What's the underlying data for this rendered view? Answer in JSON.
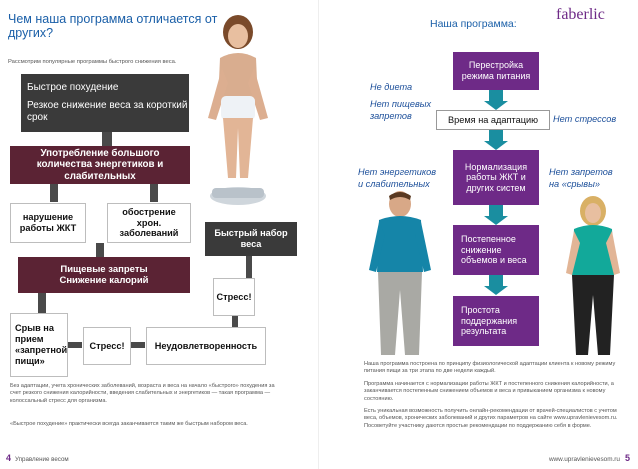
{
  "left": {
    "heading": "Чем наша программа отличается от других?",
    "subheading": "Рассмотрим популярные программы быстрого снижения веса.",
    "boxes": {
      "fast_loss_1": "Быстрое похудение",
      "fast_loss_2": "Резкое снижение веса за короткий срок",
      "energetics": "Употребление большого количества энергетиков и слабительных",
      "violation": "нарушение работы ЖКТ",
      "exacerbation": "обострение хрон. заболеваний",
      "fast_gain": "Быстрый набор веса",
      "food_bans": "Пищевые запреты Снижение калорий",
      "stress_right": "Стресс!",
      "breakdown": "Срыв на прием «запретной пищи»",
      "stress_mid": "Стресс!",
      "dissatisfaction": "Неудовлетворенность"
    },
    "para1": "Без адаптации, учета хронических заболеваний, возраста и веса на начало «быстрого» похудения за счет резкого снижения калорийности, введения слабительных и энергетиков — такая программа — колоссальный стресс для организма.",
    "para2": "«Быстрое похудение» практически всегда заканчивается таким же быстрым набором веса.",
    "footer_page": "4",
    "footer_title": "Управление весом"
  },
  "right": {
    "brand": "faberlic",
    "heading": "Наша программа:",
    "steps": [
      "Перестройка режима питания",
      "Время на адаптацию",
      "Нормализация работы ЖКТ и других систем",
      "Постепенное снижение объемов и веса",
      "Простота поддержания результата"
    ],
    "notes": {
      "no_diet": "Не диета",
      "no_food_bans": "Нет пищевых запретов",
      "no_stress": "Нет стрессов",
      "no_energetics": "Нет энергетиков и слабительных",
      "no_breakdowns": "Нет запретов на «срывы»"
    },
    "para1": "Наша программа построена по принципу физиологической адаптации клиента к новому режиму питания пищи за три этапа по две недели каждый.",
    "para2": "Программа начинается с нормализации работы ЖКТ и постепенного снижения калорийности, а заканчивается постепенным снижением объемов и веса и привыканием организма к новому состоянию.",
    "para3": "Есть уникальная возможность получить онлайн-рекомендации от врачей-специалистов с учетом веса, объемов, хронических заболеваний и других параметров на сайте www.upravlenievesom.ru. Посоветуйте участнику даются простые рекомендации по поддержанию себя в форме.",
    "footer_url": "www.upravlenievesom.ru",
    "footer_page": "5"
  },
  "colors": {
    "heading_blue": "#1a5fa8",
    "purple": "#6e2a87",
    "teal": "#1a8ea0",
    "maroon": "#5b2334"
  }
}
